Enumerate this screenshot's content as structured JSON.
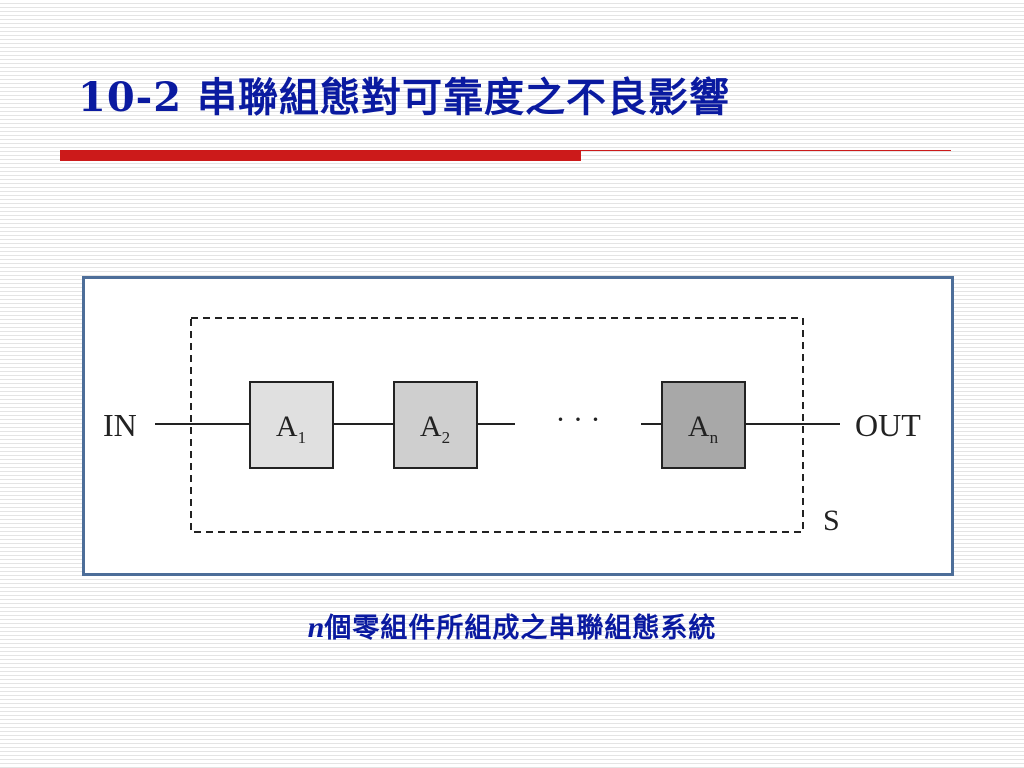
{
  "slide": {
    "title": "10-2  串聯組態對可靠度之不良影響",
    "caption_variable": "n",
    "caption_text": "個零組件所組成之串聯組態系統"
  },
  "diagram": {
    "input_label": "IN",
    "output_label": "OUT",
    "system_label": "S",
    "ellipsis": "· · ·",
    "components": [
      {
        "letter": "A",
        "subscript": "1",
        "fill": "#e0e0e0"
      },
      {
        "letter": "A",
        "subscript": "2",
        "fill": "#cfcfcf"
      },
      {
        "letter": "A",
        "subscript": "n",
        "fill": "#a8a8a8"
      }
    ]
  },
  "colors": {
    "title": "#0a1aa0",
    "accent_rule": "#cc1a1a",
    "frame_border": "#4d6e99"
  }
}
